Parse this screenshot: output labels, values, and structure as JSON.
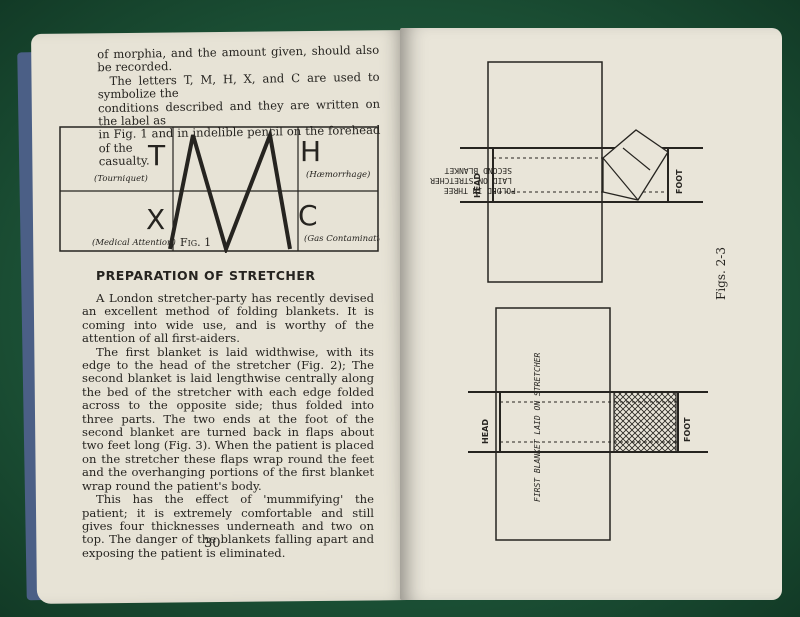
{
  "left_page": {
    "intro_line1": "of morphia, and the amount given, should also be recorded.",
    "intro_line2": "The letters T, M, H, X, and C are used to symbolize the",
    "intro_line3": "conditions described and they are written on the label as",
    "intro_line4": "in Fig. 1 and in indelible pencil on the forehead of the",
    "intro_line5": "casualty.",
    "figure1": {
      "letters": {
        "t": "T",
        "m": "M",
        "h": "H",
        "x": "X",
        "c": "C"
      },
      "labels": {
        "tourniquet": "(Tourniquet)",
        "haemorrhage": "(Hæmorrhage)",
        "medical": "(Medical Attention)",
        "gas": "(Gas Contamination)"
      },
      "caption": "Fig. 1"
    },
    "heading": "PREPARATION OF STRETCHER",
    "paragraphs": [
      "A London stretcher-party has recently devised an excellent method of folding blankets. It is coming into wide use, and is worthy of the attention of all first-aiders.",
      "The first blanket is laid widthwise, with its edge to the head of the stretcher (Fig. 2); The second blanket is laid lengthwise centrally along the bed of the stretcher with each edge folded across to the opposite side; thus folded into three parts. The two ends at the foot of the second blanket are turned back in flaps about two feet long (Fig. 3). When the patient is placed on the stretcher these flaps wrap round the feet and the overhanging portions of the first blanket wrap round the patient's body.",
      "This has the effect of 'mummifying' the patient; it is extremely comfortable and still gives four thicknesses underneath and two on top. The danger of the blankets falling apart and exposing the patient is eliminated."
    ],
    "page_number": "30"
  },
  "right_page": {
    "top_figure": {
      "head": "HEAD",
      "foot": "FOOT",
      "blanket_line1": "SECOND BLANKET",
      "blanket_line2": "LAID ON STRETCHER",
      "blanket_line3": "FOLDED IN THREE"
    },
    "bottom_figure": {
      "head": "HEAD",
      "foot": "FOOT",
      "blanket_text": "FIRST BLANKET LAID ON STRETCHER"
    },
    "figs_label": "Figs. 2-3"
  }
}
